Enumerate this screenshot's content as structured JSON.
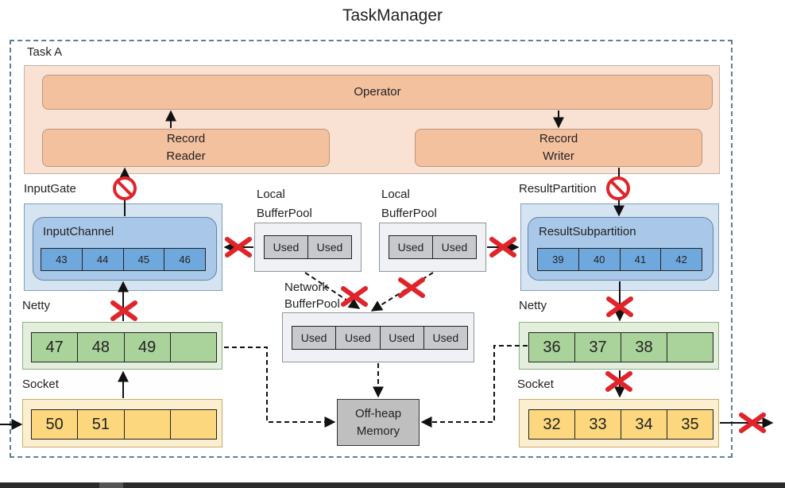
{
  "title": "TaskManager",
  "task_label": "Task A",
  "operator": {
    "label": "Operator"
  },
  "record_reader": {
    "line1": "Record",
    "line2": "Reader"
  },
  "record_writer": {
    "line1": "Record",
    "line2": "Writer"
  },
  "input_gate": {
    "label": "InputGate",
    "channel_label": "InputChannel",
    "buffers": [
      "43",
      "44",
      "45",
      "46"
    ]
  },
  "result_partition": {
    "label": "ResultPartition",
    "subpartition_label": "ResultSubpartition",
    "buffers": [
      "39",
      "40",
      "41",
      "42"
    ]
  },
  "local_pool_left": {
    "line1": "Local",
    "line2": "BufferPool",
    "cells": [
      "Used",
      "Used"
    ]
  },
  "local_pool_right": {
    "line1": "Local",
    "line2": "BufferPool",
    "cells": [
      "Used",
      "Used"
    ]
  },
  "network_pool": {
    "line1": "Network",
    "line2": "BufferPool",
    "cells": [
      "Used",
      "Used",
      "Used",
      "Used"
    ]
  },
  "netty_left": {
    "label": "Netty",
    "buffers": [
      "47",
      "48",
      "49",
      ""
    ]
  },
  "netty_right": {
    "label": "Netty",
    "buffers": [
      "36",
      "37",
      "38",
      ""
    ]
  },
  "socket_left": {
    "label": "Socket",
    "buffers": [
      "50",
      "51",
      "",
      ""
    ]
  },
  "socket_right": {
    "label": "Socket",
    "buffers": [
      "32",
      "33",
      "34",
      "35"
    ]
  },
  "offheap": {
    "line1": "Off-heap",
    "line2": "Memory"
  },
  "colors": {
    "operator_fill": "#f4c19f",
    "blue_buffer": "#6fa8dc",
    "green_buffer": "#a9d39a",
    "yellow_buffer": "#fcd77e",
    "used_cell": "#c7c9cc",
    "offheap_fill": "#bfbfbf",
    "block_mark": "#e0242a"
  }
}
